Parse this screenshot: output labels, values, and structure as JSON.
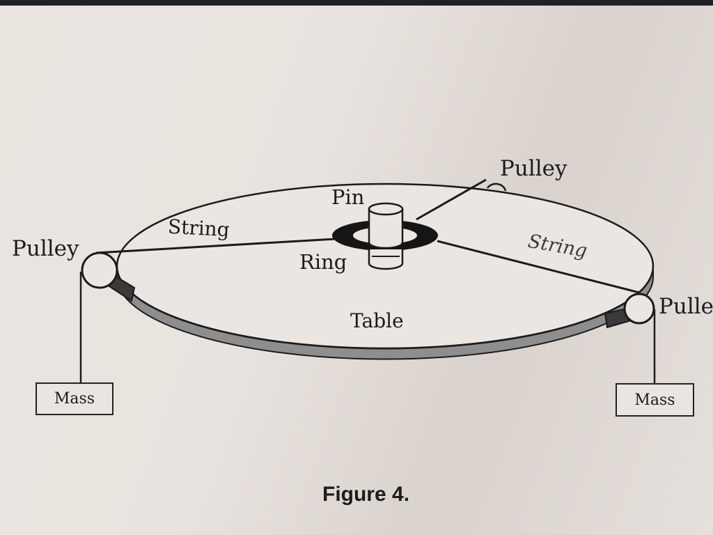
{
  "labels": {
    "pulley_top": "Pulley",
    "pulley_left": "Pulley",
    "pulley_right": "Pulle",
    "pin": "Pin",
    "ring": "Ring",
    "string_left": "String",
    "string_right": "String",
    "table": "Table",
    "mass_left": "Mass",
    "mass_right": "Mass"
  },
  "caption": "Figure 4."
}
